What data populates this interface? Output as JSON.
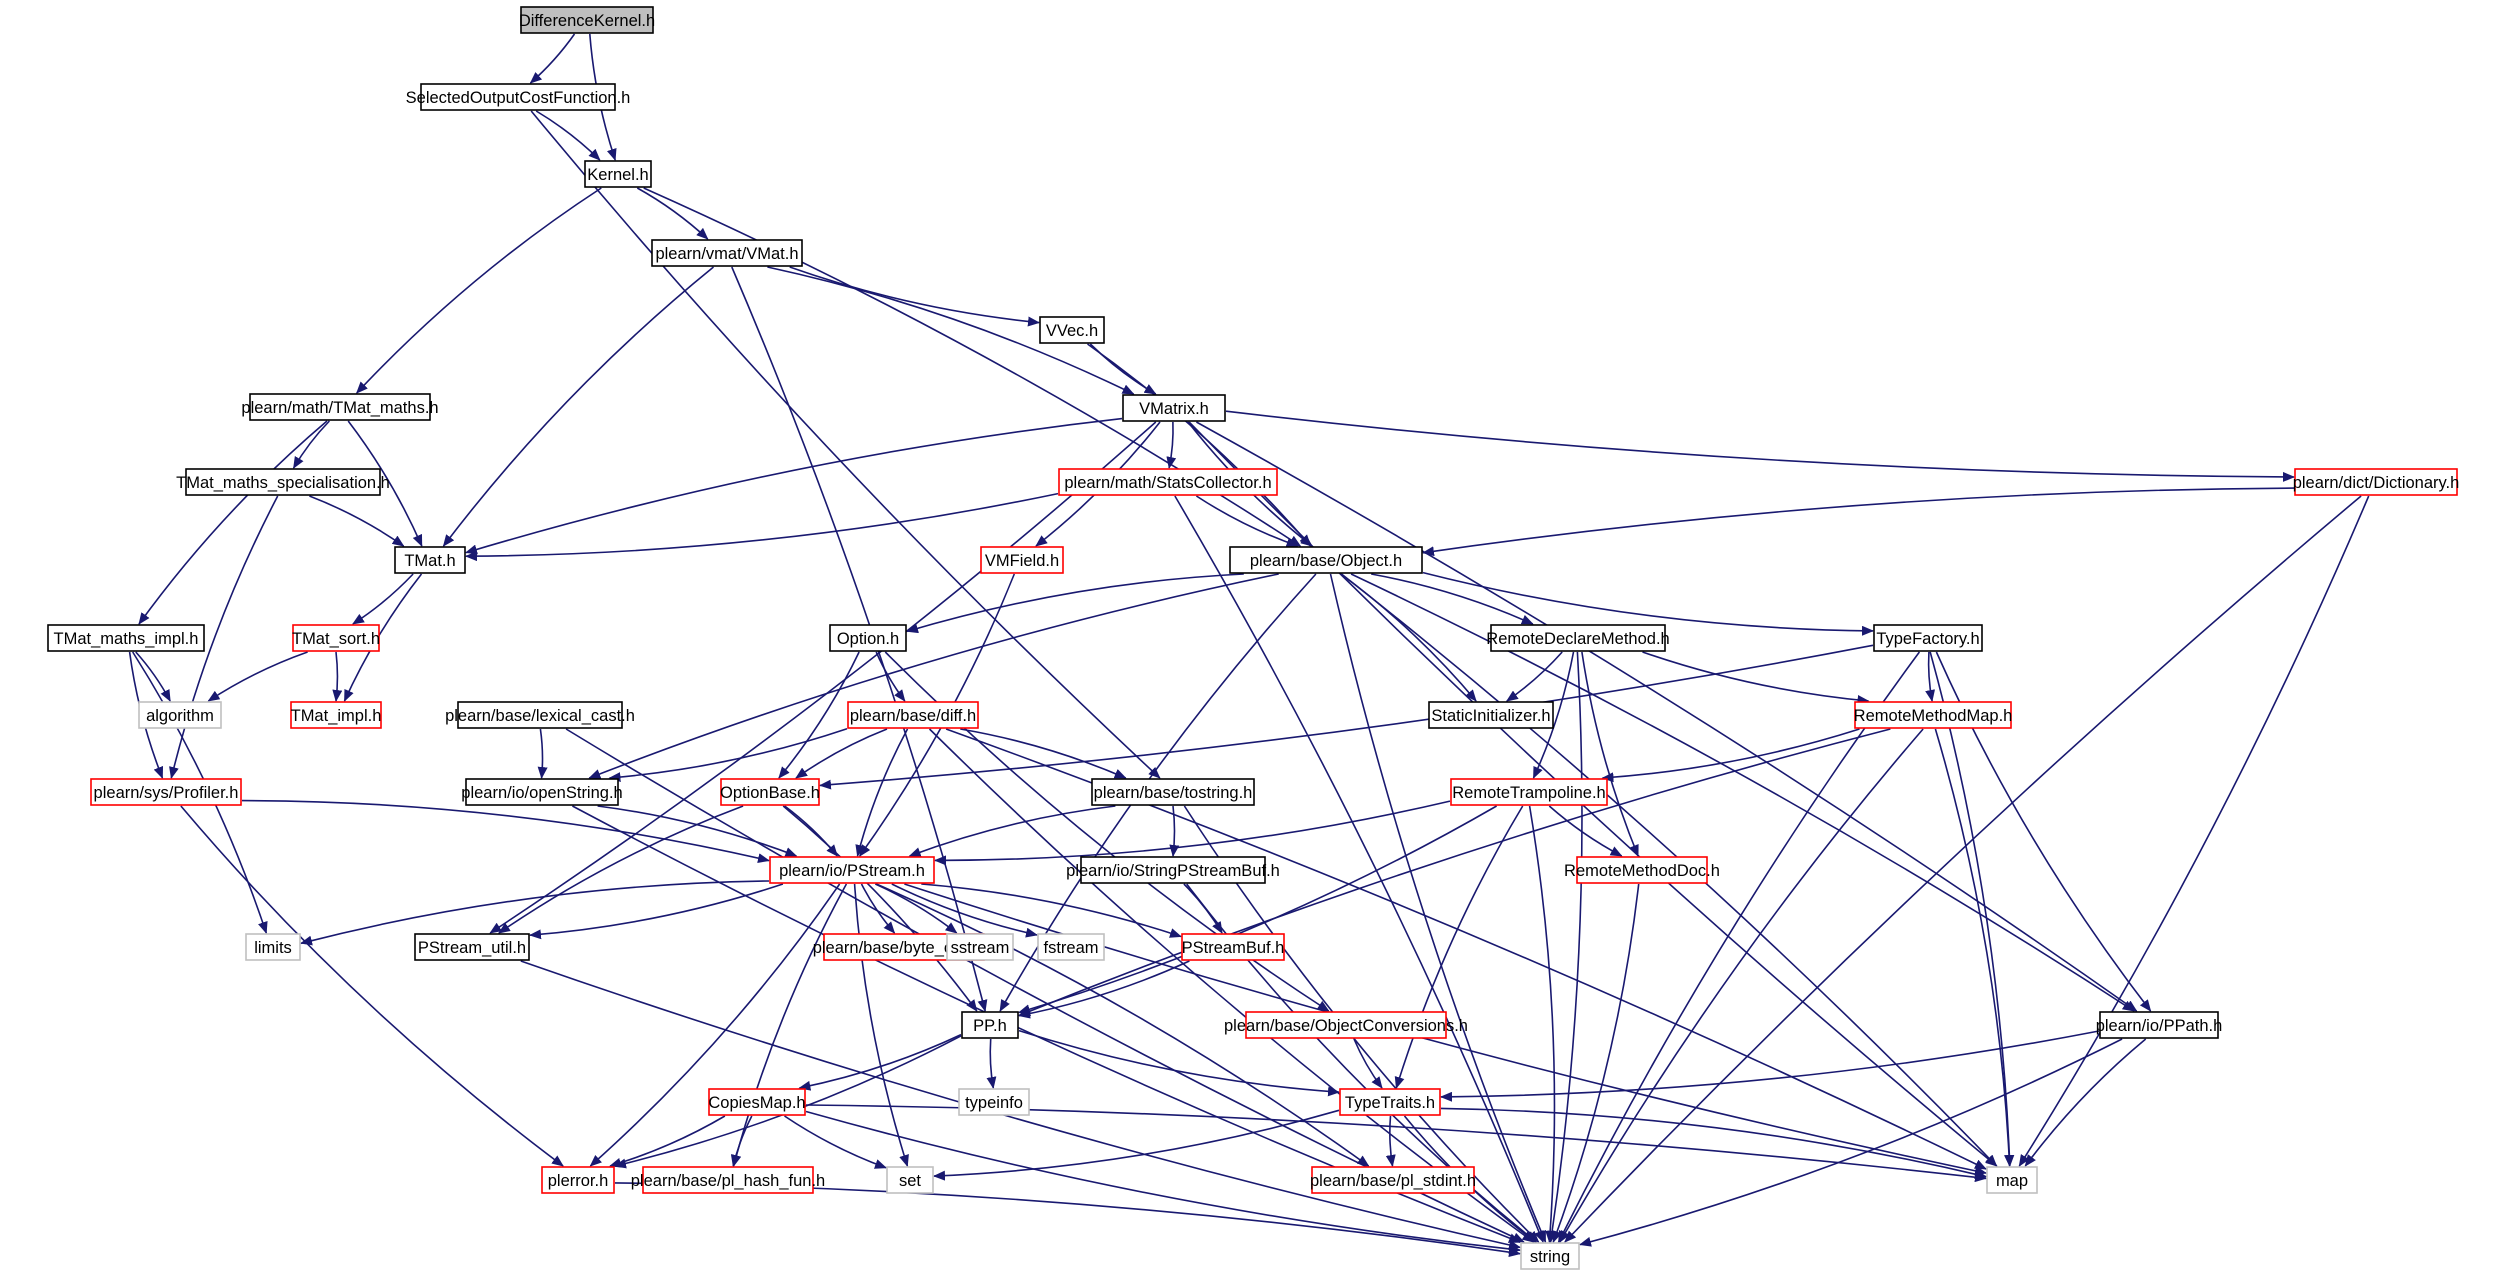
{
  "nodes": [
    {
      "id": "n0",
      "label": "DifferenceKernel.h",
      "kind": "root"
    },
    {
      "id": "n1",
      "label": "SelectedOutputCostFunction.h",
      "kind": "black"
    },
    {
      "id": "n2",
      "label": "Kernel.h",
      "kind": "black"
    },
    {
      "id": "n3",
      "label": "plearn/vmat/VMat.h",
      "kind": "black"
    },
    {
      "id": "n4",
      "label": "VVec.h",
      "kind": "black"
    },
    {
      "id": "n5",
      "label": "VMatrix.h",
      "kind": "black"
    },
    {
      "id": "n6",
      "label": "plearn/math/TMat_maths.h",
      "kind": "black"
    },
    {
      "id": "n7",
      "label": "TMat_maths_specialisation.h",
      "kind": "black"
    },
    {
      "id": "n8",
      "label": "TMat.h",
      "kind": "black"
    },
    {
      "id": "n9",
      "label": "plearn/math/StatsCollector.h",
      "kind": "red"
    },
    {
      "id": "n10",
      "label": "plearn/dict/Dictionary.h",
      "kind": "red"
    },
    {
      "id": "n11",
      "label": "VMField.h",
      "kind": "red"
    },
    {
      "id": "n12",
      "label": "plearn/base/Object.h",
      "kind": "black"
    },
    {
      "id": "n13",
      "label": "TMat_maths_impl.h",
      "kind": "black"
    },
    {
      "id": "n14",
      "label": "TMat_sort.h",
      "kind": "red"
    },
    {
      "id": "n15",
      "label": "Option.h",
      "kind": "black"
    },
    {
      "id": "n16",
      "label": "RemoteDeclareMethod.h",
      "kind": "black"
    },
    {
      "id": "n17",
      "label": "TypeFactory.h",
      "kind": "black"
    },
    {
      "id": "n18",
      "label": "algorithm",
      "kind": "gray"
    },
    {
      "id": "n19",
      "label": "TMat_impl.h",
      "kind": "red"
    },
    {
      "id": "n20",
      "label": "plearn/base/lexical_cast.h",
      "kind": "black"
    },
    {
      "id": "n21",
      "label": "plearn/base/diff.h",
      "kind": "red"
    },
    {
      "id": "n22",
      "label": "StaticInitializer.h",
      "kind": "black"
    },
    {
      "id": "n23",
      "label": "RemoteMethodMap.h",
      "kind": "red"
    },
    {
      "id": "n24",
      "label": "plearn/sys/Profiler.h",
      "kind": "red"
    },
    {
      "id": "n25",
      "label": "plearn/io/openString.h",
      "kind": "black"
    },
    {
      "id": "n26",
      "label": "OptionBase.h",
      "kind": "red"
    },
    {
      "id": "n27",
      "label": "plearn/base/tostring.h",
      "kind": "black"
    },
    {
      "id": "n28",
      "label": "RemoteTrampoline.h",
      "kind": "red"
    },
    {
      "id": "n29",
      "label": "plearn/io/PStream.h",
      "kind": "red"
    },
    {
      "id": "n30",
      "label": "plearn/io/StringPStreamBuf.h",
      "kind": "black"
    },
    {
      "id": "n31",
      "label": "RemoteMethodDoc.h",
      "kind": "red"
    },
    {
      "id": "n32",
      "label": "limits",
      "kind": "gray"
    },
    {
      "id": "n33",
      "label": "PStream_util.h",
      "kind": "black"
    },
    {
      "id": "n34",
      "label": "plearn/base/byte_order.h",
      "kind": "red"
    },
    {
      "id": "n35",
      "label": "sstream",
      "kind": "gray"
    },
    {
      "id": "n36",
      "label": "fstream",
      "kind": "gray"
    },
    {
      "id": "n37",
      "label": "PStreamBuf.h",
      "kind": "red"
    },
    {
      "id": "n38",
      "label": "plearn/base/ObjectConversions.h",
      "kind": "red"
    },
    {
      "id": "n39",
      "label": "plearn/io/PPath.h",
      "kind": "black"
    },
    {
      "id": "n40",
      "label": "PP.h",
      "kind": "black"
    },
    {
      "id": "n41",
      "label": "typeinfo",
      "kind": "gray"
    },
    {
      "id": "n42",
      "label": "CopiesMap.h",
      "kind": "red"
    },
    {
      "id": "n43",
      "label": "TypeTraits.h",
      "kind": "red"
    },
    {
      "id": "n44",
      "label": "set",
      "kind": "gray"
    },
    {
      "id": "n45",
      "label": "plerror.h",
      "kind": "red"
    },
    {
      "id": "n46",
      "label": "plearn/base/pl_hash_fun.h",
      "kind": "red"
    },
    {
      "id": "n47",
      "label": "plearn/base/pl_stdint.h",
      "kind": "red"
    },
    {
      "id": "n48",
      "label": "map",
      "kind": "gray"
    },
    {
      "id": "n49",
      "label": "string",
      "kind": "gray"
    }
  ],
  "edges": [
    [
      "n0",
      "n1"
    ],
    [
      "n0",
      "n2"
    ],
    [
      "n1",
      "n2"
    ],
    [
      "n1",
      "n27"
    ],
    [
      "n2",
      "n3"
    ],
    [
      "n2",
      "n6"
    ],
    [
      "n2",
      "n12"
    ],
    [
      "n3",
      "n4"
    ],
    [
      "n3",
      "n5"
    ],
    [
      "n3",
      "n8"
    ],
    [
      "n3",
      "n40"
    ],
    [
      "n4",
      "n5"
    ],
    [
      "n4",
      "n12"
    ],
    [
      "n5",
      "n8"
    ],
    [
      "n5",
      "n9"
    ],
    [
      "n5",
      "n10"
    ],
    [
      "n5",
      "n11"
    ],
    [
      "n5",
      "n12"
    ],
    [
      "n5",
      "n39"
    ],
    [
      "n5",
      "n48"
    ],
    [
      "n5",
      "n33"
    ],
    [
      "n6",
      "n7"
    ],
    [
      "n6",
      "n8"
    ],
    [
      "n6",
      "n13"
    ],
    [
      "n7",
      "n8"
    ],
    [
      "n7",
      "n24"
    ],
    [
      "n8",
      "n14"
    ],
    [
      "n8",
      "n19"
    ],
    [
      "n9",
      "n8"
    ],
    [
      "n9",
      "n12"
    ],
    [
      "n9",
      "n49"
    ],
    [
      "n10",
      "n12"
    ],
    [
      "n10",
      "n48"
    ],
    [
      "n10",
      "n49"
    ],
    [
      "n11",
      "n29"
    ],
    [
      "n12",
      "n15"
    ],
    [
      "n12",
      "n16"
    ],
    [
      "n12",
      "n17"
    ],
    [
      "n12",
      "n22"
    ],
    [
      "n12",
      "n25"
    ],
    [
      "n12",
      "n39"
    ],
    [
      "n12",
      "n40"
    ],
    [
      "n12",
      "n48"
    ],
    [
      "n12",
      "n49"
    ],
    [
      "n13",
      "n18"
    ],
    [
      "n13",
      "n24"
    ],
    [
      "n13",
      "n32"
    ],
    [
      "n14",
      "n18"
    ],
    [
      "n14",
      "n19"
    ],
    [
      "n15",
      "n21"
    ],
    [
      "n15",
      "n26"
    ],
    [
      "n15",
      "n38"
    ],
    [
      "n16",
      "n22"
    ],
    [
      "n16",
      "n23"
    ],
    [
      "n16",
      "n28"
    ],
    [
      "n16",
      "n31"
    ],
    [
      "n16",
      "n49"
    ],
    [
      "n17",
      "n23"
    ],
    [
      "n17",
      "n26"
    ],
    [
      "n17",
      "n39"
    ],
    [
      "n17",
      "n48"
    ],
    [
      "n17",
      "n49"
    ],
    [
      "n20",
      "n25"
    ],
    [
      "n20",
      "n49"
    ],
    [
      "n21",
      "n25"
    ],
    [
      "n21",
      "n26"
    ],
    [
      "n21",
      "n27"
    ],
    [
      "n21",
      "n29"
    ],
    [
      "n21",
      "n48"
    ],
    [
      "n21",
      "n49"
    ],
    [
      "n23",
      "n28"
    ],
    [
      "n23",
      "n40"
    ],
    [
      "n23",
      "n48"
    ],
    [
      "n23",
      "n49"
    ],
    [
      "n24",
      "n29"
    ],
    [
      "n24",
      "n45"
    ],
    [
      "n25",
      "n29"
    ],
    [
      "n25",
      "n49"
    ],
    [
      "n26",
      "n29"
    ],
    [
      "n26",
      "n33"
    ],
    [
      "n26",
      "n40"
    ],
    [
      "n27",
      "n29"
    ],
    [
      "n27",
      "n30"
    ],
    [
      "n27",
      "n49"
    ],
    [
      "n28",
      "n29"
    ],
    [
      "n28",
      "n31"
    ],
    [
      "n28",
      "n40"
    ],
    [
      "n28",
      "n43"
    ],
    [
      "n28",
      "n49"
    ],
    [
      "n29",
      "n32"
    ],
    [
      "n29",
      "n33"
    ],
    [
      "n29",
      "n34"
    ],
    [
      "n29",
      "n35"
    ],
    [
      "n29",
      "n36"
    ],
    [
      "n29",
      "n37"
    ],
    [
      "n29",
      "n44"
    ],
    [
      "n29",
      "n45"
    ],
    [
      "n29",
      "n46"
    ],
    [
      "n29",
      "n47"
    ],
    [
      "n29",
      "n48"
    ],
    [
      "n30",
      "n37"
    ],
    [
      "n30",
      "n49"
    ],
    [
      "n31",
      "n49"
    ],
    [
      "n33",
      "n49"
    ],
    [
      "n37",
      "n40"
    ],
    [
      "n38",
      "n43"
    ],
    [
      "n39",
      "n43"
    ],
    [
      "n39",
      "n48"
    ],
    [
      "n39",
      "n49"
    ],
    [
      "n40",
      "n41"
    ],
    [
      "n40",
      "n42"
    ],
    [
      "n40",
      "n43"
    ],
    [
      "n40",
      "n45"
    ],
    [
      "n42",
      "n44"
    ],
    [
      "n42",
      "n45"
    ],
    [
      "n42",
      "n46"
    ],
    [
      "n42",
      "n48"
    ],
    [
      "n42",
      "n49"
    ],
    [
      "n43",
      "n44"
    ],
    [
      "n43",
      "n47"
    ],
    [
      "n43",
      "n48"
    ],
    [
      "n43",
      "n49"
    ],
    [
      "n45",
      "n49"
    ]
  ],
  "colors": {
    "edge": "#191970",
    "black_border": "#000000",
    "red_border": "#ff0000",
    "gray_border": "#bfbfbf",
    "root_fill": "#bfbfbf",
    "node_fill": "#ffffff",
    "text": "#000000"
  }
}
